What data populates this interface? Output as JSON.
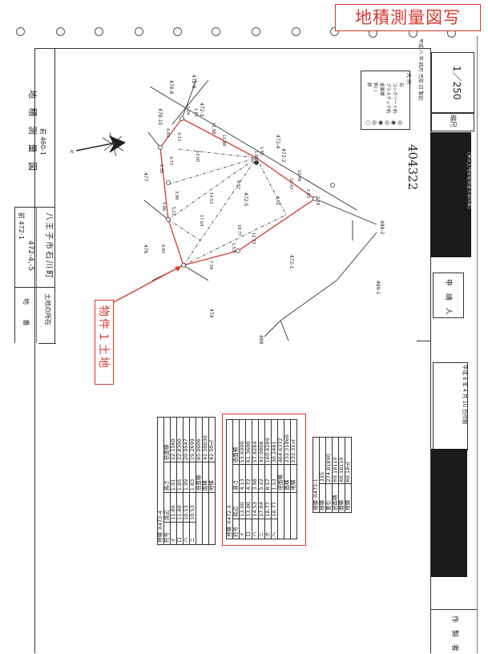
{
  "stamp_label": "地積測量図写",
  "title": "地 積 測 量 図",
  "header": {
    "lot_label": "地 番",
    "location_label": "土地の所在",
    "lot_value": "472-4,-5",
    "previous_lot": "前 472-1",
    "previous_lot_top": "前 460-1",
    "location_value": "八王子市石川町"
  },
  "annotation_label": "物件１土地",
  "scale": {
    "label": "縮尺",
    "value": "1／250"
  },
  "date_note": "平成 八 年 四月 弐拾 日 製記",
  "registration_number": "404322",
  "surveyor_affiliation": "(東京土地家屋調査士会所属)",
  "applicant_label": "申 請 人",
  "created_date": "平成 8 年 4 月 10 日作製",
  "creator_label": "作 製 者",
  "legend": {
    "header": "凡 例",
    "items": [
      {
        "symbol": "◎",
        "label": "石"
      },
      {
        "symbol": "◉",
        "label": "コンクリート杭"
      },
      {
        "symbol": "◎",
        "label": "プラスチック杭"
      },
      {
        "symbol": "◉",
        "label": "金属標"
      },
      {
        "symbol": "◎",
        "label": "鋲( )"
      },
      {
        "symbol": "○",
        "label": "鋲"
      }
    ]
  },
  "map": {
    "parcels": [
      "478-8",
      "478-8",
      "478-10",
      "477",
      "476",
      "474",
      "488",
      "489-1",
      "488-2",
      "472-2",
      "472-3",
      "472-4",
      "472-5",
      "472-1",
      "472-1"
    ],
    "distances": [
      "2.04",
      "1.81",
      "4.83",
      "4.13",
      "13.00",
      "11.88",
      "11.88",
      "6.96",
      "4.72",
      "14.53",
      "3.98",
      "4.86",
      "5.22",
      "17.64",
      "8.82",
      "8.57",
      "18.77",
      "12.73",
      "1.53",
      "7.28",
      "1.85",
      "1.85",
      "10.43",
      "10.46",
      "2.18",
      "1.83",
      "6.61"
    ]
  },
  "tables": {
    "t4724": {
      "title": "地積 ⑩472-4",
      "headers": [
        "符号",
        "底辺",
        "高さ",
        "倍面積"
      ],
      "rows": [
        [
          "イ",
          "11.80",
          "1.91",
          "22.1560"
        ],
        [
          "ロ",
          "11.80",
          "1.85",
          "22.8300"
        ],
        [
          "ハ",
          "10.53",
          "1.99",
          "20.9547"
        ],
        [
          "ニ",
          "10.53",
          "1.83",
          "19.2699"
        ]
      ],
      "totals": [
        [
          "倍面積",
          "85.0006"
        ],
        [
          "面積",
          "42.50030"
        ],
        [
          "地積",
          "42.50㎡"
        ]
      ]
    },
    "t4725": {
      "title": "地積 ⑩472-5",
      "headers": [
        "符号",
        "底辺",
        "高さ",
        "倍面積"
      ],
      "rows": [
        [
          "イ",
          "13.00",
          "4.13",
          "53.6900"
        ],
        [
          "ロ",
          "13.00",
          "4.72",
          "61.3600"
        ],
        [
          "ハ",
          "14.53",
          "3.98",
          "57.8284"
        ],
        [
          "ニ",
          "17.64",
          "5.22",
          "92.0808"
        ],
        [
          "ホ",
          "18.77",
          "8.57",
          "160.4289"
        ],
        [
          "ヘ",
          "18.77",
          "1.53",
          "30.2481"
        ]
      ],
      "totals": [
        [
          "倍面積",
          "464.6372"
        ],
        [
          "面積",
          "232.31860"
        ],
        [
          "地積",
          "232.31㎡"
        ]
      ]
    },
    "t4721": {
      "title": "地積 ⑩472-1",
      "rows": [
        [
          "地積",
          "335"
        ],
        [
          "差引",
          "274.81890"
        ],
        [
          "倍面積",
          "60.18110"
        ],
        [
          "面積",
          "60.18110"
        ],
        [
          "地積",
          "60.18㎡"
        ]
      ]
    }
  },
  "colors": {
    "annotation": "#d43a2f",
    "ink": "#222222",
    "redaction": "#1b1b1b"
  }
}
